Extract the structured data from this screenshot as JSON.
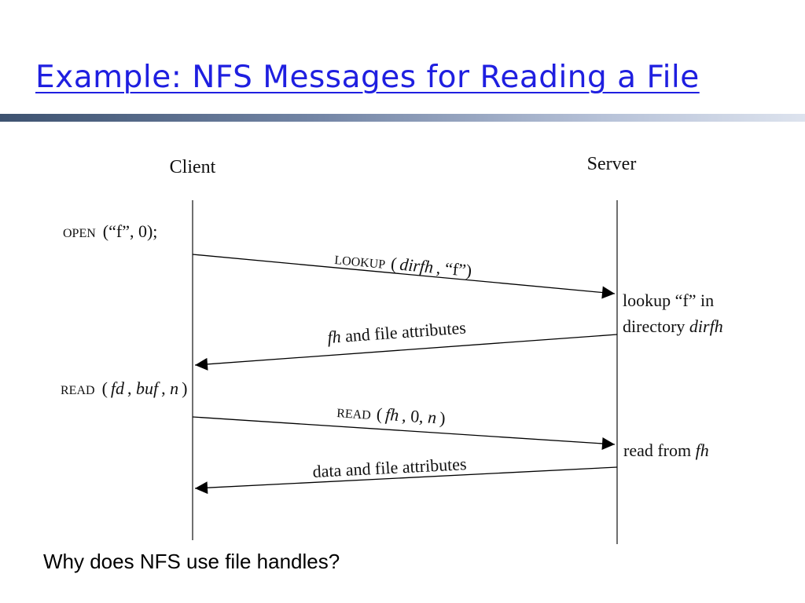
{
  "slide": {
    "title": "Example: NFS Messages for Reading a File",
    "question": "Why does NFS use file handles?"
  },
  "diagram": {
    "client_label": "Client",
    "server_label": "Server",
    "client_calls": {
      "open": {
        "name": "OPEN",
        "args": "(“f”, 0);"
      },
      "read": {
        "name": "READ",
        "open_paren": "(",
        "arg1": "fd",
        "sep1": ", ",
        "arg2": "buf",
        "sep2": ", ",
        "arg3": "n",
        "close_paren": ")"
      }
    },
    "messages": {
      "lookup": {
        "name": "LOOKUP",
        "open_paren": "(",
        "arg1": "dirfh",
        "rest": ", “f”)"
      },
      "fh_reply": {
        "fh": "fh",
        "rest": " and file attributes"
      },
      "read": {
        "name": "READ",
        "open_paren": "(",
        "arg1": "fh",
        "mid": ", 0, ",
        "arg3": "n",
        "close_paren": ")"
      },
      "data_reply": {
        "text": "data and file attributes"
      }
    },
    "server_actions": {
      "lookup_line1": "lookup “f” in",
      "lookup_line2_prefix": "directory ",
      "lookup_line2_var": "dirfh",
      "read_prefix": "read from ",
      "read_var": "fh"
    }
  }
}
